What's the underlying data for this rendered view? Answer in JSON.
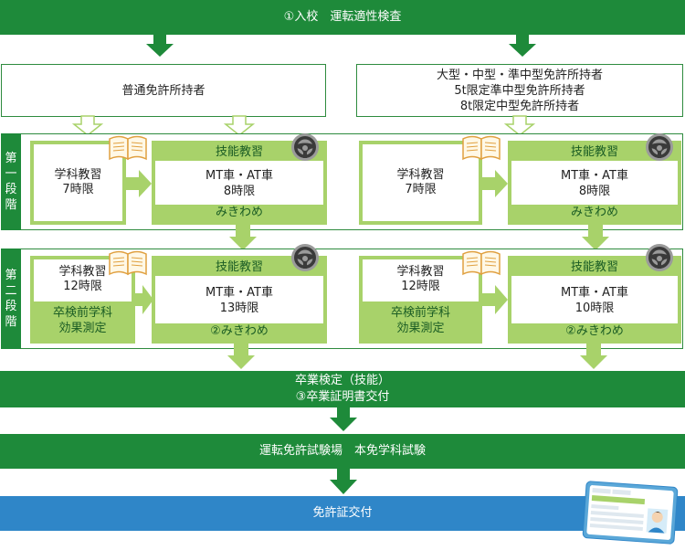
{
  "header": {
    "title": "①入校　運転適性検査"
  },
  "licenses": {
    "left": {
      "text": "普通免許所持者"
    },
    "right": {
      "lines": [
        "大型・中型・準中型免許所持者",
        "5t限定準中型免許所持者",
        "8t限定中型免許所持者"
      ]
    }
  },
  "stage1": {
    "label": [
      "第",
      "一",
      "段",
      "階"
    ],
    "left": {
      "gakka": {
        "lines": [
          "学科教習",
          "7時限"
        ]
      },
      "gino": {
        "title": "技能教習",
        "lines": [
          "MT車・AT車",
          "8時限"
        ],
        "footer": "みきわめ"
      }
    },
    "right": {
      "gakka": {
        "lines": [
          "学科教習",
          "7時限"
        ]
      },
      "gino": {
        "title": "技能教習",
        "lines": [
          "MT車・AT車",
          "8時限"
        ],
        "footer": "みきわめ"
      }
    }
  },
  "stage2": {
    "label": [
      "第",
      "二",
      "段",
      "階"
    ],
    "left": {
      "gakka": {
        "lines": [
          "学科教習",
          "12時限"
        ],
        "sub": [
          "卒検前学科",
          "効果測定"
        ]
      },
      "gino": {
        "title": "技能教習",
        "lines": [
          "MT車・AT車",
          "13時限"
        ],
        "footer": "②みきわめ"
      }
    },
    "right": {
      "gakka": {
        "lines": [
          "学科教習",
          "12時限"
        ],
        "sub": [
          "卒検前学科",
          "効果測定"
        ]
      },
      "gino": {
        "title": "技能教習",
        "lines": [
          "MT車・AT車",
          "10時限"
        ],
        "footer": "②みきわめ"
      }
    }
  },
  "graduation": {
    "lines": [
      "卒業検定（技能）",
      "③卒業証明書交付"
    ]
  },
  "exam": {
    "text": "運転免許試験場　本免学科試験"
  },
  "issue": {
    "text": "免許証交付"
  },
  "colors": {
    "dark_green": "#1e8a3a",
    "light_green": "#a8d26a",
    "blue": "#2f86c8",
    "card_blue": "#5aa7d8"
  },
  "icons": {
    "book": "open-book-icon",
    "wheel": "steering-wheel-icon",
    "card": "driver-license-card-icon"
  }
}
